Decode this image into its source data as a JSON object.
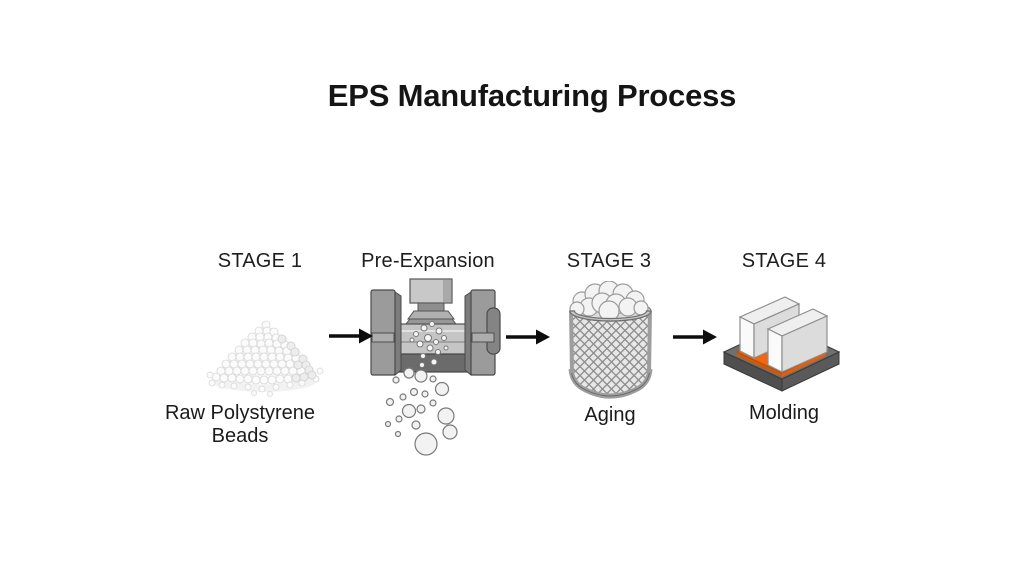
{
  "title": "EPS Manufacturing Process",
  "stages": [
    {
      "label": "STAGE 1",
      "caption": "Raw Polystyrene Beads",
      "icon": "raw-beads-pile-icon"
    },
    {
      "label": "Pre-Expansion",
      "caption": "",
      "icon": "pre-expander-machine-icon"
    },
    {
      "label": "STAGE 3",
      "caption": "Aging",
      "icon": "aging-basket-icon"
    },
    {
      "label": "STAGE 4",
      "caption": "Molding",
      "icon": "molding-blocks-icon"
    }
  ],
  "arrows": {
    "icon": "right-arrow-icon",
    "count": 3
  },
  "colors": {
    "background": "#ffffff",
    "text": "#1d1d1d",
    "arrow": "#0d0d0d",
    "machine_gray": "#9b9b9b",
    "machine_dark_band": "#6b6b6b",
    "bead_fill": "#f2f2f2",
    "basket_mesh_line": "#8d8d8d",
    "mold_orange": "#f1660f",
    "mold_base_gray": "#707070",
    "block_gray": "#e9e9e9"
  }
}
